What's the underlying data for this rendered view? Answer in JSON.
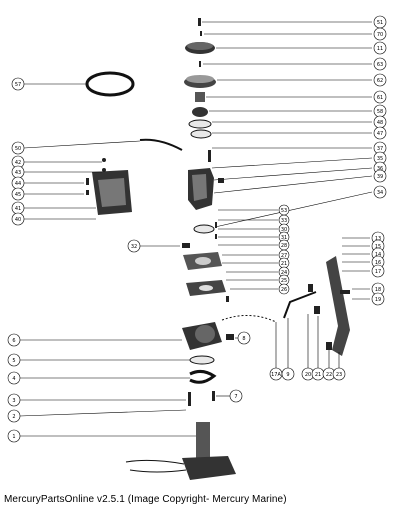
{
  "caption": "MercuryPartsOnline v2.5.1 (Image Copyright- Mercury Marine)",
  "callouts": {
    "right_column": [
      "51",
      "70",
      "11",
      "63",
      "62",
      "61",
      "58",
      "48",
      "47",
      "37",
      "35",
      "36",
      "39",
      "34"
    ],
    "mid_column": [
      "33",
      "30",
      "31",
      "28",
      "27",
      "21",
      "24",
      "25",
      "26"
    ],
    "left_column": [
      "57",
      "50",
      "42",
      "43",
      "44",
      "45",
      "41",
      "40"
    ],
    "bottom_left": [
      "6",
      "5",
      "4",
      "3",
      "2",
      "1"
    ],
    "bottom_mid": [
      "32",
      "8",
      "7"
    ],
    "linkage_right": [
      "13",
      "15",
      "14",
      "16",
      "17",
      "18",
      "19"
    ],
    "linkage_bottom": [
      "17A",
      "9",
      "20",
      "21",
      "22",
      "23"
    ],
    "upper_mid": [
      "53"
    ]
  }
}
